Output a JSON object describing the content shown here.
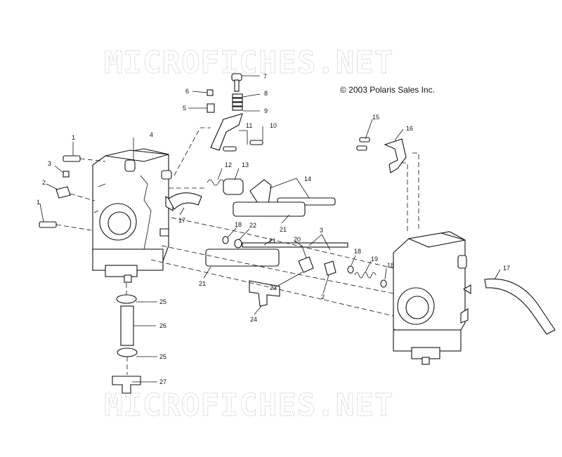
{
  "watermark": {
    "top": "MICROFICHES.NET",
    "bottom": "MICROFICHES.NET"
  },
  "copyright": "© 2003 Polaris Sales Inc.",
  "callouts": [
    "1",
    "1",
    "2",
    "2",
    "3",
    "3",
    "4",
    "5",
    "6",
    "7",
    "8",
    "9",
    "10",
    "11",
    "12",
    "13",
    "14",
    "15",
    "16",
    "17",
    "17",
    "18",
    "18",
    "18",
    "19",
    "20",
    "21",
    "21",
    "22",
    "23",
    "24",
    "25",
    "25",
    "26",
    "27"
  ]
}
